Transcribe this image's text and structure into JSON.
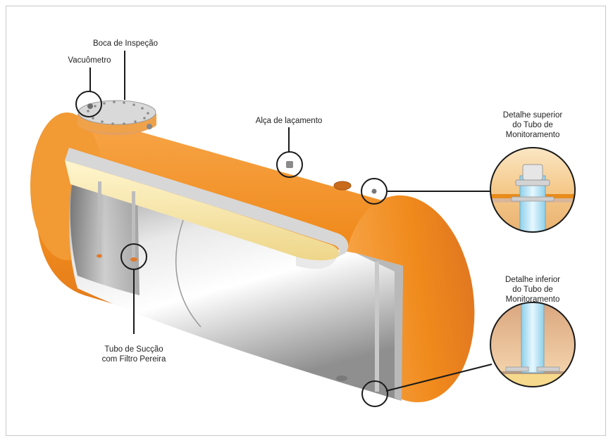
{
  "labels": {
    "boca_inspecao": "Boca de Inspeção",
    "vacuometro": "Vacuômetro",
    "alca_lacamento": "Alça de laçamento",
    "detalhe_superior": [
      "Detalhe superior",
      "do Tubo de",
      "Monitoramento"
    ],
    "detalhe_inferior": [
      "Detalhe inferior",
      "do Tubo de",
      "Monitoramento"
    ],
    "tubo_succao": [
      "Tubo de Sucção",
      "com Filtro Pereira"
    ]
  },
  "colors": {
    "tank_orange": "#f08a1c",
    "tank_orange_dark": "#d4661a",
    "steel_light": "#e8e8e8",
    "steel_dark": "#7d7d7d",
    "fiber_yellow": "#f6e3a0",
    "callout_circle": "#1a1a1a",
    "pipe_blue": "#bfe6f6"
  }
}
